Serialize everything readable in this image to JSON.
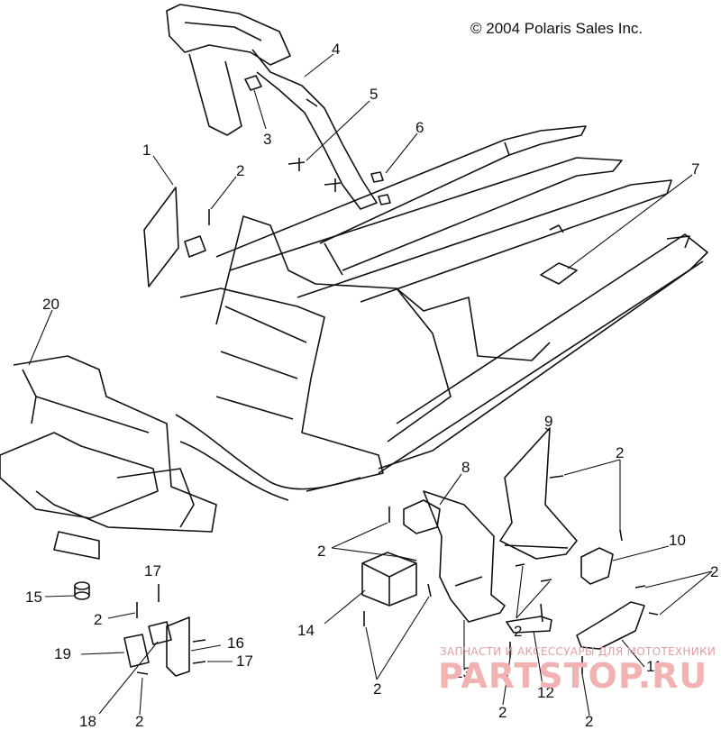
{
  "copyright": "© 2004 Polaris Sales Inc.",
  "watermark": {
    "tagline": "ЗАПЧАСТИ И АКСЕССУАРЫ ДЛЯ МОТОТЕХНИКИ",
    "logo": "PARTSTOP.RU"
  },
  "callouts": {
    "c1": "1",
    "c2a": "2",
    "c3": "3",
    "c4": "4",
    "c5": "5",
    "c6": "6",
    "c7": "7",
    "c8": "8",
    "c9": "9",
    "c2b": "2",
    "c10": "10",
    "c2c": "2",
    "c20": "20",
    "c2d": "2",
    "c2e": "2",
    "c11": "11",
    "c12": "12",
    "c13": "13",
    "c14": "14",
    "c2f": "2",
    "c2g": "2",
    "c2h": "2",
    "c2i": "2",
    "c15": "15",
    "c17a": "17",
    "c2j": "2",
    "c16": "16",
    "c19": "19",
    "c17b": "17",
    "c18": "18",
    "c2k": "2"
  }
}
